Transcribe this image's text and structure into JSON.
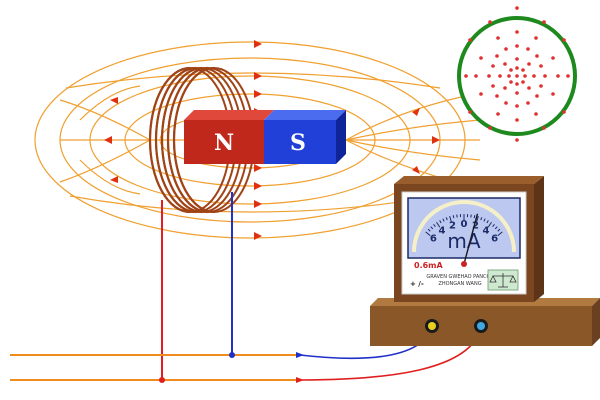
{
  "magnet": {
    "north_label": "N",
    "south_label": "S"
  },
  "meter": {
    "unit": "mA",
    "range_label": "0.6mA",
    "ticks": [
      "6",
      "4",
      "2",
      "0",
      "2",
      "4",
      "6"
    ],
    "needle_value": 0.3,
    "brand_line1": "GRAVEN GWEHAO PANCOE",
    "brand_line2": "ZHONGAN WANG",
    "polarity_plus": "+",
    "polarity_minus": "-",
    "polarity_sign": "+ /-"
  },
  "colors": {
    "field_lines": "#f0a030",
    "arrows": "#e03010",
    "north_pole": "#c0281c",
    "south_pole": "#2040d8",
    "coil": "#a04418",
    "wire_red": "#e02020",
    "wire_blue": "#2030c8",
    "rails": "#f08c1c",
    "meter_box": "#7a4620",
    "base": "#8a5828",
    "cross_section_ring": "#1e8a1e",
    "dots": "#e03030"
  },
  "cross_section": {
    "label": ""
  }
}
